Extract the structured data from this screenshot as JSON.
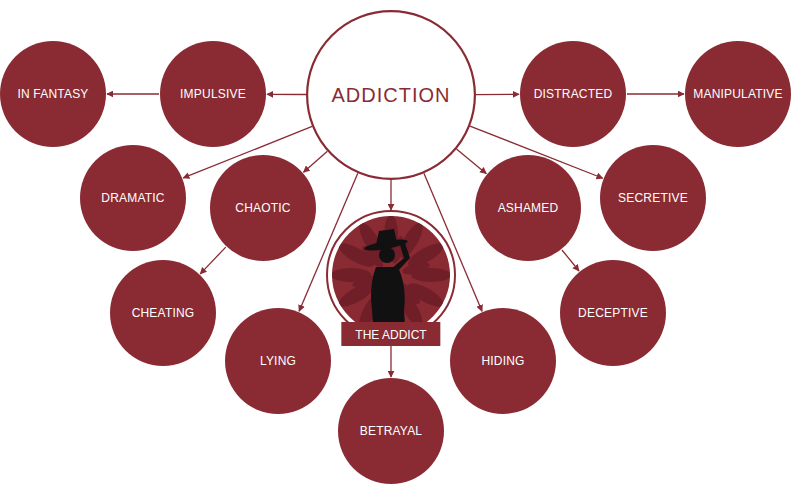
{
  "diagram": {
    "nodes": [
      {
        "text": [
          "IN FANTASY"
        ]
      },
      {
        "text": [
          "IMPULSIVE"
        ]
      },
      {
        "text": [
          "ADDICTION"
        ]
      },
      {
        "text": [
          "DISTRACTED"
        ]
      },
      {
        "text": [
          "MANIPULATIVE"
        ]
      },
      {
        "text": [
          "DRAMATIC"
        ]
      },
      {
        "text": [
          "CHAOTIC"
        ]
      },
      {
        "text": [
          "ASHAMED"
        ]
      },
      {
        "text": [
          "SECRETIVE"
        ]
      },
      {
        "text": [
          "THE ADDICT"
        ]
      },
      {
        "text": [
          "CHEATING"
        ]
      },
      {
        "text": [
          "DECEPTIVE"
        ]
      },
      {
        "text": [
          "LYING"
        ]
      },
      {
        "text": [
          "HIDING"
        ]
      },
      {
        "text": [
          "BETRAYAL"
        ]
      }
    ],
    "edges": [
      {
        "from": 2,
        "to": 1,
        "arrow": "to"
      },
      {
        "from": 1,
        "to": 0,
        "arrow": "to"
      },
      {
        "from": 2,
        "to": 3,
        "arrow": "to"
      },
      {
        "from": 3,
        "to": 4,
        "arrow": "to"
      },
      {
        "from": 2,
        "to": 5,
        "arrow": "to"
      },
      {
        "from": 2,
        "to": 6,
        "arrow": "to"
      },
      {
        "from": 2,
        "to": 7,
        "arrow": "to"
      },
      {
        "from": 2,
        "to": 8,
        "arrow": "to"
      },
      {
        "from": 6,
        "to": 10,
        "arrow": "to"
      },
      {
        "from": 7,
        "to": 11,
        "arrow": "to"
      },
      {
        "from": 2,
        "to": 12,
        "arrow": "to"
      },
      {
        "from": 2,
        "to": 13,
        "arrow": "to"
      },
      {
        "from": 2,
        "to": 9,
        "arrow": "to"
      },
      {
        "from": 9,
        "to": 14,
        "arrow": "to"
      }
    ]
  }
}
